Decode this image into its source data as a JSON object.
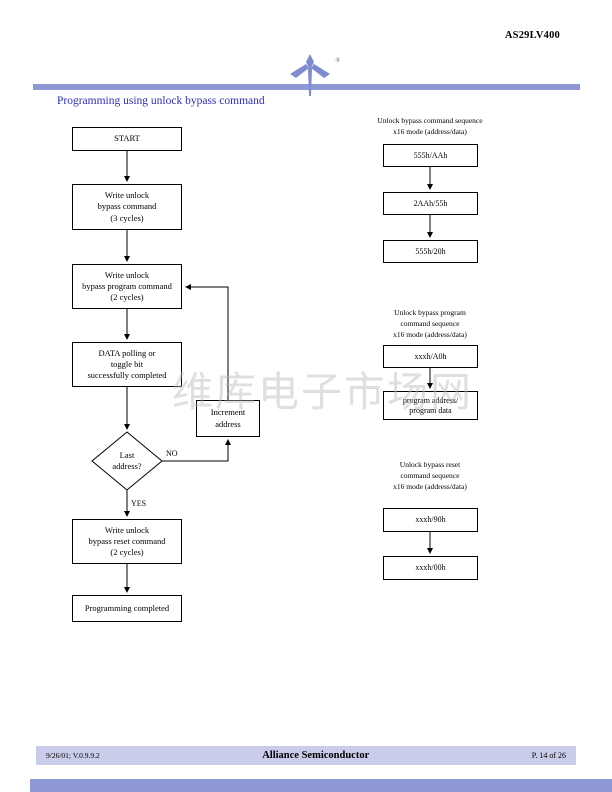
{
  "header": {
    "part_number": "AS29LV400"
  },
  "title": "Programming using unlock bypass command",
  "logo": {
    "registered": "®"
  },
  "watermark": "维库电子市场网",
  "flowchart": {
    "start": "START",
    "box_bypass_cmd": {
      "lines": [
        "Write unlock",
        "bypass command",
        "(3 cycles)"
      ]
    },
    "box_program_cmd": {
      "lines": [
        "Write unlock",
        "bypass program command",
        "(2 cycles)"
      ]
    },
    "box_data_polling": {
      "lines": [
        "DATA polling or",
        "toggle bit",
        "successfully completed"
      ]
    },
    "box_increment": {
      "lines": [
        "Increment",
        "address"
      ]
    },
    "diamond_last_address": {
      "lines": [
        "Last",
        "address?"
      ]
    },
    "label_no": "NO",
    "label_yes": "YES",
    "box_reset_cmd": {
      "lines": [
        "Write unlock",
        "bypass reset command",
        "(2 cycles)"
      ]
    },
    "box_completed": "Programming completed"
  },
  "sequences": [
    {
      "caption": [
        "Unlock bypass command sequence",
        "x16 mode (address/data)"
      ],
      "boxes": [
        [
          "555h/AAh"
        ],
        [
          "2AAh/55h"
        ],
        [
          "555h/20h"
        ]
      ]
    },
    {
      "caption": [
        "Unlock bypass program",
        "command sequence",
        "x16 mode (address/data)"
      ],
      "boxes": [
        [
          "xxxh/A0h"
        ],
        [
          "program address/",
          "program data"
        ]
      ]
    },
    {
      "caption": [
        "Unlock bypass reset",
        "command sequence",
        "x16 mode (address/data)"
      ],
      "boxes": [
        [
          "xxxh/90h"
        ],
        [
          "xxxh/00h"
        ]
      ]
    }
  ],
  "footer": {
    "left": "9/26/01; V.0.9.9.2",
    "center": "Alliance Semiconductor",
    "right": "P. 14 of 26"
  }
}
